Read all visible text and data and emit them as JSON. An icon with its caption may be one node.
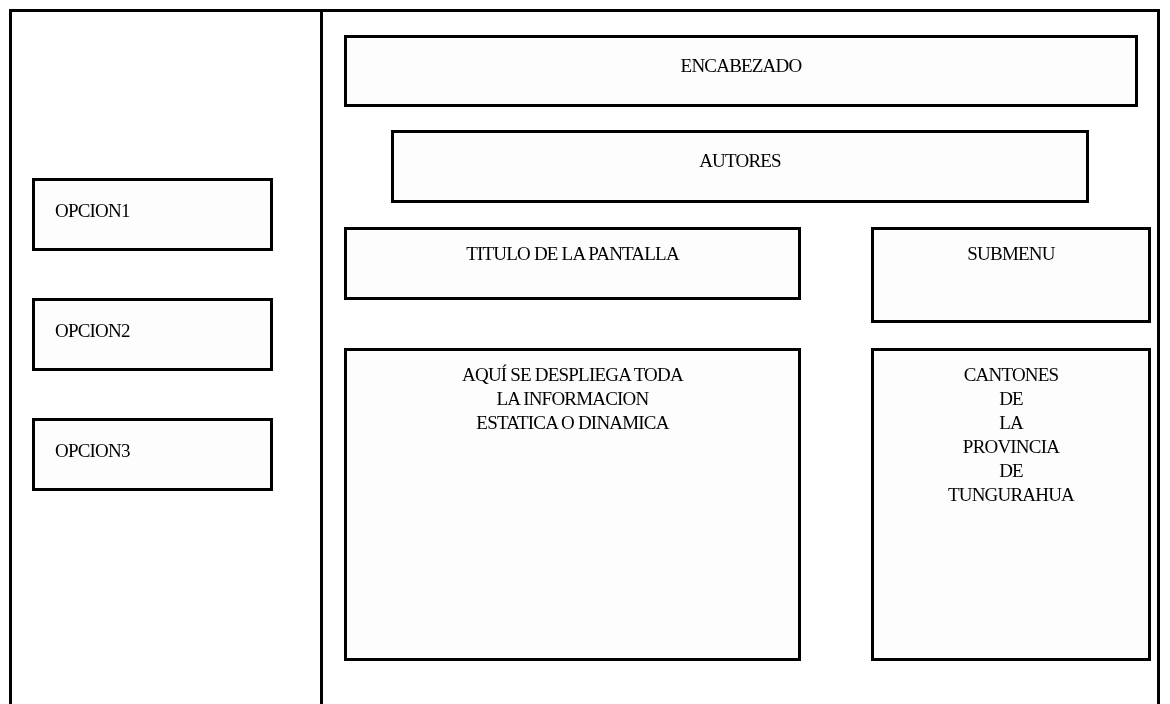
{
  "diagram": {
    "nodes": [
      {
        "text": [],
        "shape": "box"
      },
      {
        "text": [
          "OPCION1"
        ],
        "in": 0
      },
      {
        "text": [
          "OPCION2"
        ],
        "in": 0
      },
      {
        "text": [
          "OPCION3"
        ],
        "in": 0
      },
      {
        "text": [
          "ENCABEZADO"
        ],
        "in": 0
      },
      {
        "text": [
          "AUTORES"
        ],
        "in": 0
      },
      {
        "text": [
          "TITULO DE LA PANTALLA"
        ],
        "in": 0
      },
      {
        "text": [
          "SUBMENU"
        ],
        "in": 0
      },
      {
        "text": [
          "AQUÍ SE DESPLIEGA TODA LA INFORMACION ESTATICA O DINAMICA"
        ],
        "in": 0
      },
      {
        "text": [
          "CANTONES DE LA PROVINCIA DE TUNGURAHUA"
        ],
        "in": 0
      }
    ]
  }
}
